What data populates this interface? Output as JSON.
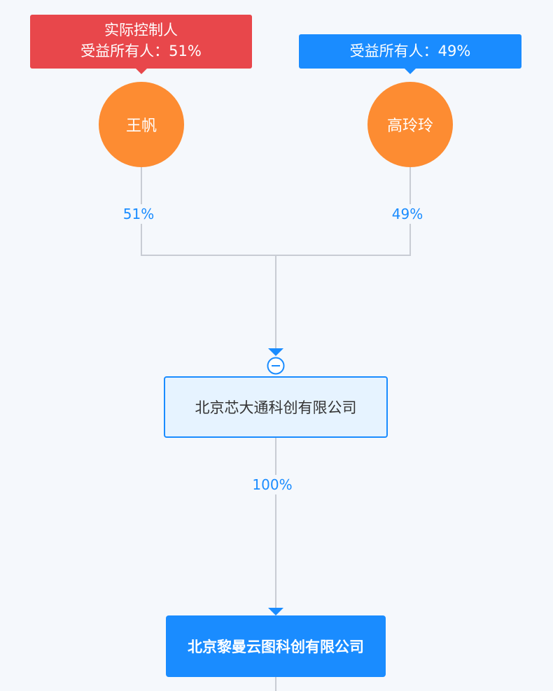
{
  "colors": {
    "accent": "#1a8cff",
    "controller_red": "#e8474b",
    "person_orange": "#fd8c32",
    "background": "#f5f8fc",
    "connector": "#c8ccd4"
  },
  "controller_tag": {
    "line1": "实际控制人",
    "line2": "受益所有人：51%"
  },
  "beneficiary_tag": {
    "text": "受益所有人：49%"
  },
  "shareholders": [
    {
      "name": "王帆",
      "percent": "51%"
    },
    {
      "name": "高玲玲",
      "percent": "49%"
    }
  ],
  "middle_company": {
    "name": "北京芯大通科创有限公司",
    "toggle_icon": "collapse-minus-icon",
    "percent_to_target": "100%"
  },
  "target_company": {
    "name": "北京黎曼云图科创有限公司"
  }
}
